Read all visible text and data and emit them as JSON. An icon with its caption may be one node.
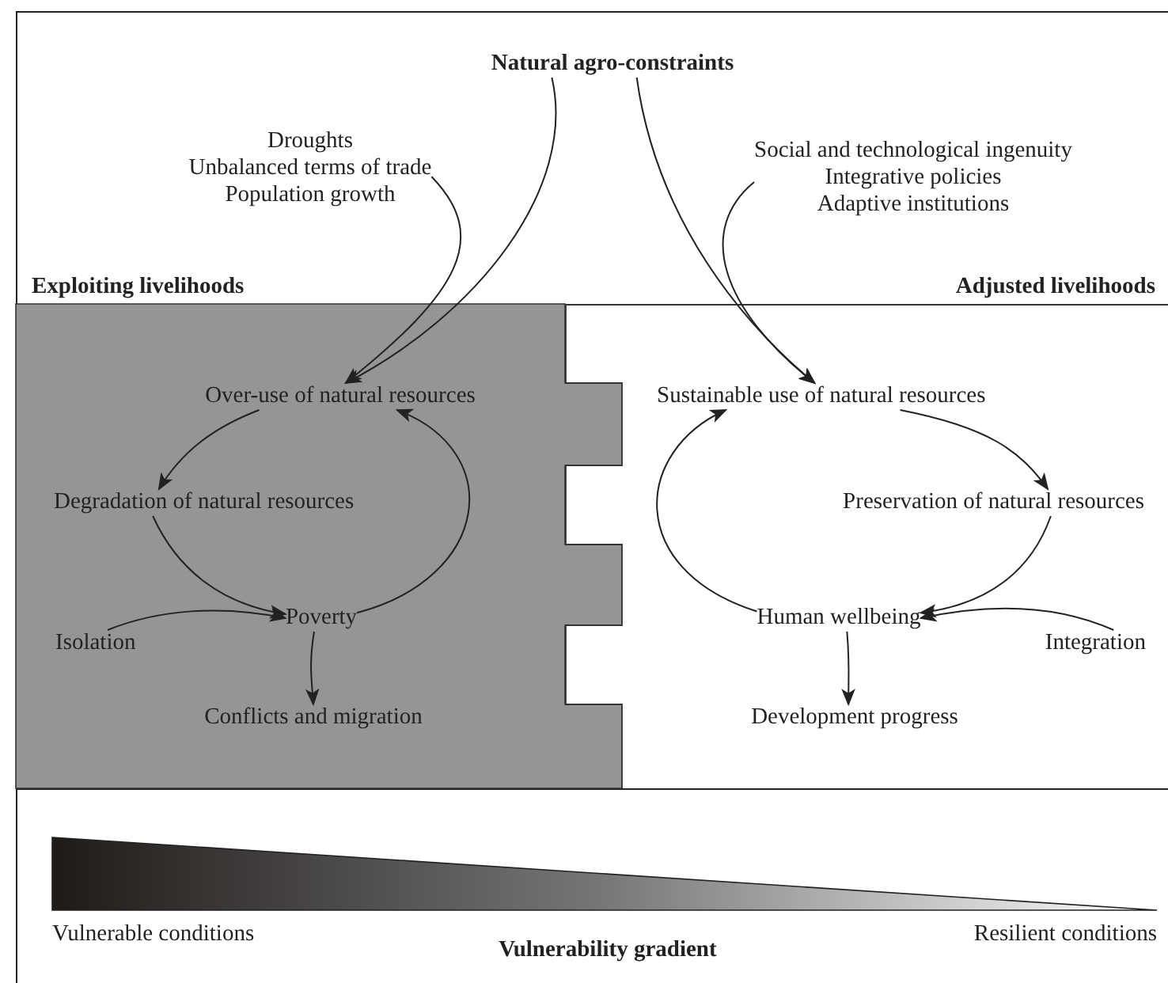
{
  "diagram": {
    "nodes": [
      {
        "text": [
          "Natural agro-constraints"
        ]
      },
      {
        "text": [
          "Droughts",
          "Unbalanced terms of trade",
          "Population growth"
        ]
      },
      {
        "text": [
          "Social and technological ingenuity",
          "Integrative policies",
          "Adaptive institutions"
        ]
      },
      {
        "text": [
          "Exploiting livelihoods"
        ]
      },
      {
        "text": [
          "Over-use of natural resources"
        ],
        "in": 3
      },
      {
        "text": [
          "Degradation of natural resources"
        ],
        "in": 3
      },
      {
        "text": [
          "Poverty"
        ],
        "in": 3
      },
      {
        "text": [
          "Isolation"
        ],
        "in": 3
      },
      {
        "text": [
          "Conflicts and migration"
        ],
        "in": 3
      },
      {
        "text": [
          "Adjusted livelihoods"
        ]
      },
      {
        "text": [
          "Sustainable use of natural resources"
        ],
        "in": 9
      },
      {
        "text": [
          "Preservation of natural resources"
        ],
        "in": 9
      },
      {
        "text": [
          "Human wellbeing"
        ],
        "in": 9
      },
      {
        "text": [
          "Integration"
        ],
        "in": 9
      },
      {
        "text": [
          "Development progress"
        ],
        "in": 9
      }
    ],
    "edges": [
      {
        "from": 0,
        "to": 4,
        "arrow": "to"
      },
      {
        "from": 1,
        "to": 4,
        "arrow": "to"
      },
      {
        "from": 0,
        "to": 10,
        "arrow": "to"
      },
      {
        "from": 2,
        "to": 10,
        "arrow": "to"
      },
      {
        "from": 4,
        "to": 5,
        "arrow": "to"
      },
      {
        "from": 5,
        "to": 6,
        "arrow": "to"
      },
      {
        "from": 6,
        "to": 4,
        "arrow": "to"
      },
      {
        "from": 7,
        "to": 6,
        "arrow": "to"
      },
      {
        "from": 6,
        "to": 8,
        "arrow": "to"
      },
      {
        "from": 10,
        "to": 11,
        "arrow": "to"
      },
      {
        "from": 11,
        "to": 12,
        "arrow": "to"
      },
      {
        "from": 12,
        "to": 10,
        "arrow": "to"
      },
      {
        "from": 13,
        "to": 12,
        "arrow": "to"
      },
      {
        "from": 12,
        "to": 14,
        "arrow": "to"
      }
    ],
    "labels": [
      "Vulnerable conditions",
      "Vulnerability gradient",
      "Resilient conditions"
    ]
  }
}
